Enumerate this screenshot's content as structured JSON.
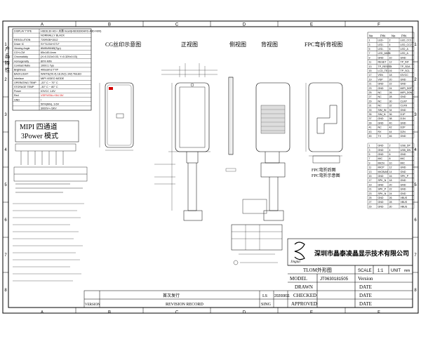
{
  "frame": {
    "columns": [
      "A",
      "B",
      "C",
      "D",
      "E",
      "F"
    ],
    "rows": [
      "1",
      "2",
      "3",
      "4",
      "5",
      "6",
      "7",
      "8"
    ]
  },
  "spec": {
    "rows": [
      {
        "label": "DISPLAY TYPE",
        "value": "HSD6.39 HD+ 水滴 Incell(HSD6390HFD-A3D-N00)"
      },
      {
        "label": "",
        "value": "NORMALLY BLACK"
      },
      {
        "label": "RESOLUTION",
        "value": "720RGB*1512"
      },
      {
        "label": "Driver IC",
        "value": "SYT1234+GT-F"
      },
      {
        "label": "Viewing Angle",
        "value": "85/85/85/85(Typ)"
      },
      {
        "label": "CG+LCM",
        "value": "65x145.4mm"
      },
      {
        "label": "Chromaticity",
        "value": "(X=0.313±0.03, Y=0.329±0.03)"
      },
      {
        "label": "Homogeneity",
        "value": "80% MIN"
      },
      {
        "label": "Contrast Ratio",
        "value": "1000:1 Typ"
      },
      {
        "label": "Brightness",
        "value": "400cd/m2 TYP"
      },
      {
        "label": "BACKLIGHT",
        "value": "WHITE(X0.4) 18.3V(1.1W) TBLED"
      },
      {
        "label": "Interface",
        "value": "MIPI VIDEO MODE"
      },
      {
        "label": "OPERATING TEMP",
        "value": "-20° C ~ 70° C"
      },
      {
        "label": "STORAGE TEMP",
        "value": "-30° C ~ 80° C"
      },
      {
        "label": "Power",
        "value": "IOVCC 1.8V"
      },
      {
        "label": "Red",
        "value": "VSP/VSN=+5V/-5V"
      },
      {
        "label": "GND",
        "value": "/"
      },
      {
        "label": "",
        "value": "50%(Min), 3.6V"
      },
      {
        "label": "",
        "value": "3000V+-/3KV"
      }
    ],
    "handwritten_title": "MIPI 四通道",
    "handwritten_sub": "3Power 模式"
  },
  "views": {
    "view1": "CG丝印示意图",
    "view2": "正视图",
    "view3": "侧视图",
    "view4": "背视图",
    "view5": "FPC弯折背视图",
    "fold_note1": "FPC弯折后图",
    "fold_note2": "FPC弯折示意图"
  },
  "pin_table_1": {
    "header": [
      "No",
      "PIN",
      "No",
      "PIN"
    ],
    "rows": [
      [
        "1",
        "LED-",
        "2",
        "LED_CC1"
      ],
      [
        "3",
        "LED-",
        "4",
        "LED_CC2"
      ],
      [
        "5",
        "LED-",
        "6",
        "LED_A"
      ],
      [
        "7",
        "LED_ANS",
        "8",
        "LED_A"
      ],
      [
        "9",
        "GND",
        "10",
        "GND"
      ],
      [
        "11",
        "RESET",
        "12",
        "TP_INT"
      ],
      [
        "13",
        "TP_RESET",
        "14",
        "TP_SDA"
      ],
      [
        "15",
        "LCD_TE1",
        "16",
        "TP_SCL"
      ],
      [
        "17",
        "VSN",
        "18",
        "IOVCC"
      ],
      [
        "19",
        "VSP",
        "20",
        "GND"
      ],
      [
        "21",
        "GND",
        "22",
        "GND"
      ],
      [
        "23",
        "GND",
        "24",
        "MIPI_D0P"
      ],
      [
        "25",
        "NC",
        "26",
        "MIPI_D0N"
      ],
      [
        "27",
        "NC",
        "28",
        "GND"
      ],
      [
        "29",
        "NC",
        "30",
        "CLKP"
      ],
      [
        "31",
        "NC",
        "32",
        "CLKN"
      ],
      [
        "33",
        "SIM_IN",
        "34",
        "GND"
      ],
      [
        "35",
        "SIM_N",
        "36",
        "D1P"
      ],
      [
        "37",
        "GND",
        "38",
        "D1N"
      ],
      [
        "39",
        "GND",
        "40",
        "GND"
      ],
      [
        "41",
        "NC",
        "42",
        "D2P"
      ],
      [
        "43",
        "RX",
        "44",
        "D2N"
      ],
      [
        "45",
        "TX",
        "46",
        "GND"
      ]
    ]
  },
  "pin_table_2": {
    "rows": [
      [
        "1",
        "GND",
        "2",
        "USB_DP"
      ],
      [
        "3",
        "GND",
        "4",
        "USB_DN"
      ],
      [
        "5",
        "GND",
        "6",
        "GND"
      ],
      [
        "7",
        "MIC",
        "8",
        "MIC"
      ],
      [
        "9",
        "MICN",
        "10",
        "MIC"
      ],
      [
        "11",
        "MICP",
        "12",
        "GND"
      ],
      [
        "13",
        "MICBIAS",
        "14",
        "GND"
      ],
      [
        "15",
        "GND",
        "16",
        "SPK_P"
      ],
      [
        "17",
        "SPK_N",
        "18",
        "GND"
      ],
      [
        "19",
        "GND",
        "20",
        "GND"
      ],
      [
        "21",
        "SPK_P",
        "22",
        "GND"
      ],
      [
        "23",
        "SPK_N",
        "24",
        "GND"
      ],
      [
        "25",
        "GND",
        "26",
        "VBUS"
      ],
      [
        "27",
        "GND",
        "28",
        "VBUS"
      ],
      [
        "29",
        "GND",
        "30",
        "VBUS"
      ]
    ]
  },
  "title_block": {
    "company": "深圳市晶泰凌晶显示技术有限公司",
    "drawing_name": "TLOM外形图",
    "scale_label": "SCALE",
    "scale_value": "1:1",
    "unit_label": "UNIT",
    "unit_value": "mm",
    "model_label": "MODEL",
    "model_value": "JT0630181505",
    "version_label": "Version",
    "drawn_label": "DRAWN",
    "date_label": "DATE",
    "checked_label": "CHECKED",
    "approved_label": "APPROVED",
    "revision_first": "首次发行",
    "revision_ls": "LS",
    "revision_date": "20200811",
    "revision_record": "REVISION RECORD",
    "sing_label": "SING",
    "version_row": "VERSION"
  }
}
